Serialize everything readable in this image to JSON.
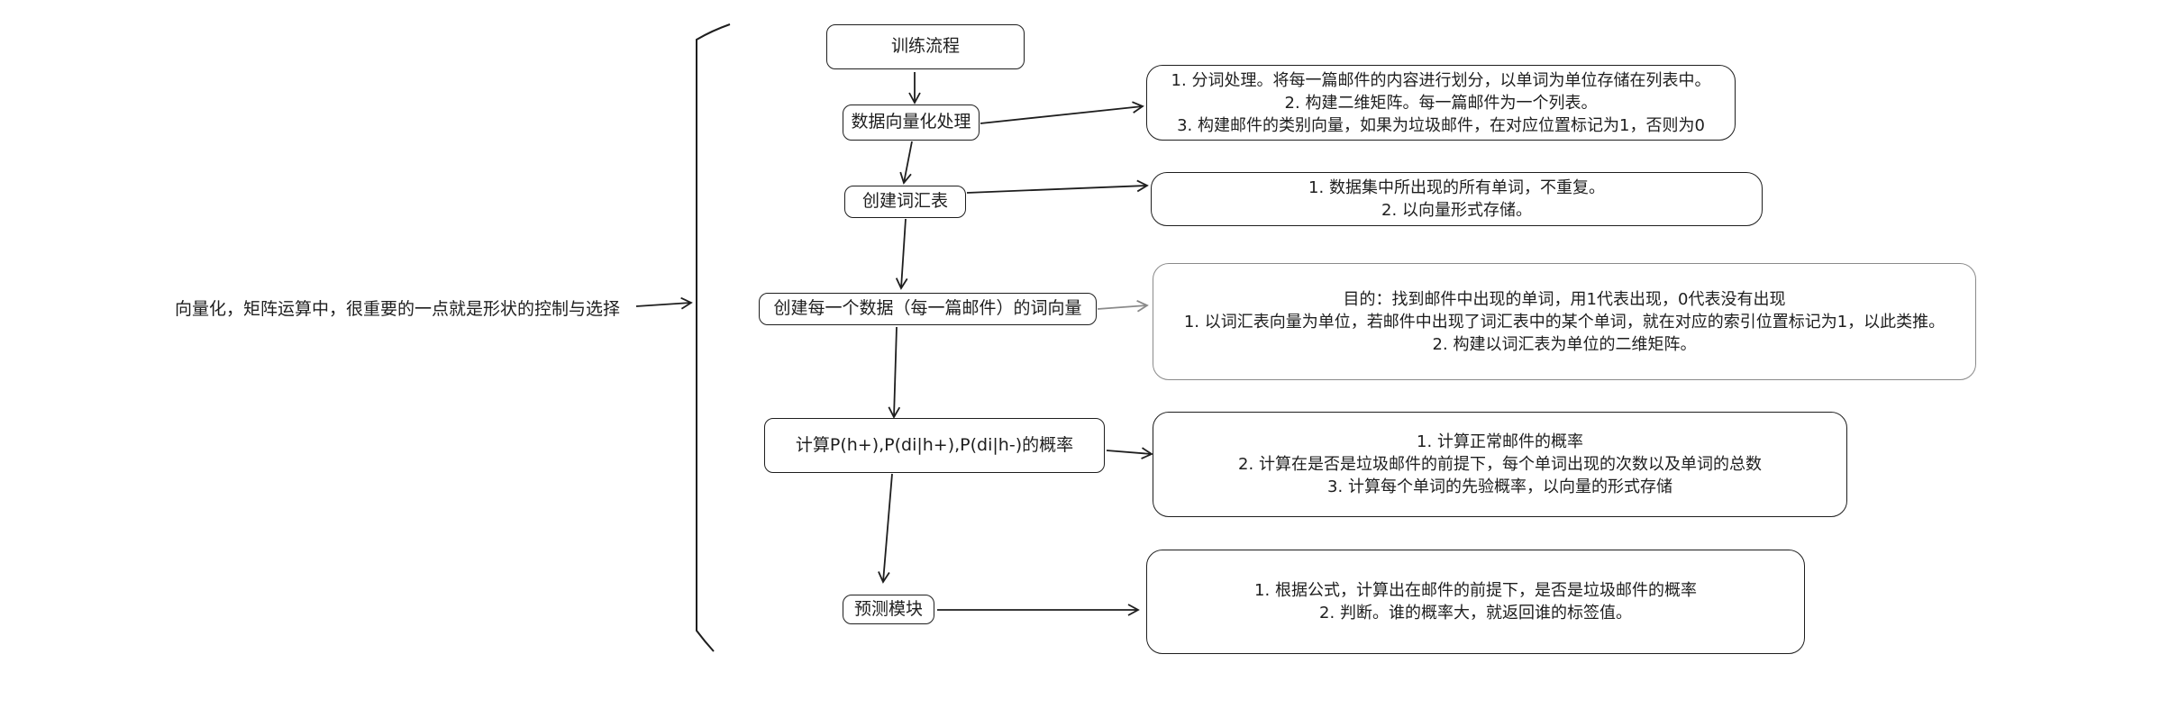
{
  "side_note": "向量化，矩阵运算中，很重要的一点就是形状的控制与选择",
  "steps": [
    {
      "label": "训练流程"
    },
    {
      "label": "数据向量化处理"
    },
    {
      "label": "创建词汇表"
    },
    {
      "label": "创建每一个数据（每一篇邮件）的词向量"
    },
    {
      "label": "计算P(h+),P(di|h+),P(di|h-)的概率"
    },
    {
      "label": "预测模块"
    }
  ],
  "details": [
    {
      "lines": [
        "1. 分词处理。将每一篇邮件的内容进行划分，以单词为单位存储在列表中。",
        "2. 构建二维矩阵。每一篇邮件为一个列表。",
        "3. 构建邮件的类别向量，如果为垃圾邮件，在对应位置标记为1，否则为0"
      ]
    },
    {
      "lines": [
        "1. 数据集中所出现的所有单词，不重复。",
        "2. 以向量形式存储。"
      ]
    },
    {
      "lines": [
        "目的：找到邮件中出现的单词，用1代表出现，0代表没有出现",
        "1. 以词汇表向量为单位，若邮件中出现了词汇表中的某个单词，就在对应的索引位置标记为1，以此类推。",
        "2. 构建以词汇表为单位的二维矩阵。"
      ]
    },
    {
      "lines": [
        "1. 计算正常邮件的概率",
        "2. 计算在是否是垃圾邮件的前提下，每个单词出现的次数以及单词的总数",
        "3. 计算每个单词的先验概率，以向量的形式存储"
      ]
    },
    {
      "lines": [
        "1. 根据公式，计算出在邮件的前提下，是否是垃圾邮件的概率",
        "2. 判断。谁的概率大，就返回谁的标签值。"
      ]
    }
  ]
}
